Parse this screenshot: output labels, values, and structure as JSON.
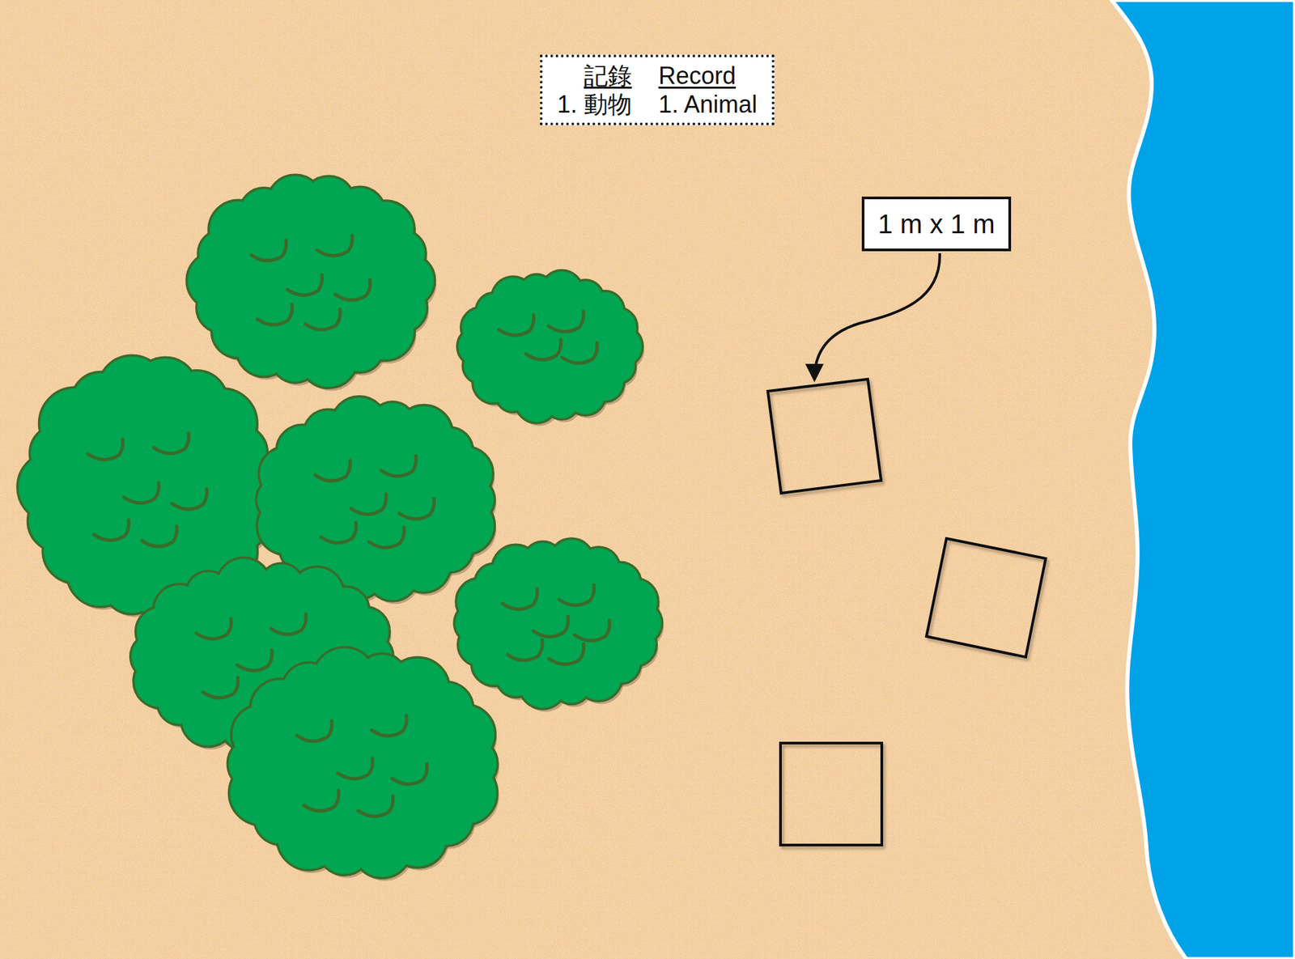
{
  "diagram": {
    "nodes": [
      {
        "text": [
          "記錄",
          "Record",
          "1. 動物",
          "1. Animal"
        ]
      },
      {
        "text": [
          "1 m x 1 m"
        ]
      }
    ]
  }
}
